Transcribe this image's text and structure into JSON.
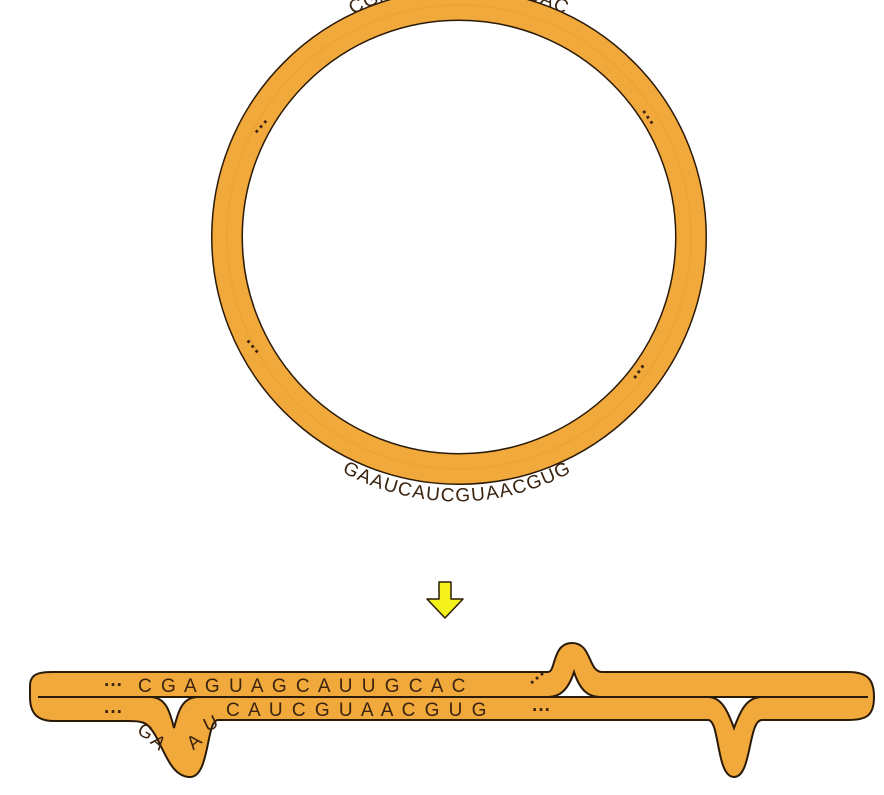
{
  "colors": {
    "rna_fill": "#f2a93b",
    "outline": "#2a1a08",
    "text": "#3a2410",
    "arrow": "#f4f21a"
  },
  "circle": {
    "top_sequence": "CGAGUAGCAUUGCAC",
    "bottom_sequence": "GAAUCAUCGUAACGUG",
    "dots": "···"
  },
  "arrow": {
    "icon": "down-arrow-icon"
  },
  "linear": {
    "top_sequence": "C G A G U A G C A U U G C A C",
    "bottom_left_letters": [
      "G",
      "A",
      "A",
      "U"
    ],
    "bottom_sequence": "C A U C G U A A C G U G",
    "dots": "···"
  }
}
